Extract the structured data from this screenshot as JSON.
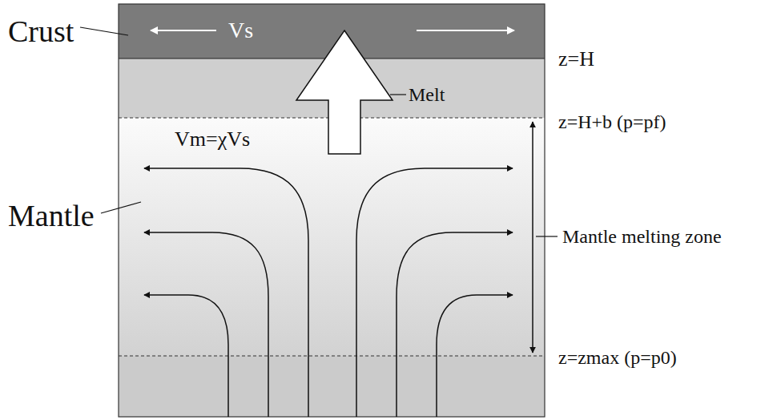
{
  "diagram": {
    "labels": [
      "Crust",
      "Vs",
      "z=H",
      "Melt",
      "z=H+b (p=pf)",
      "Vm=χVs",
      "Mantle",
      "Mantle melting zone",
      "z=zmax (p=p0)"
    ]
  }
}
